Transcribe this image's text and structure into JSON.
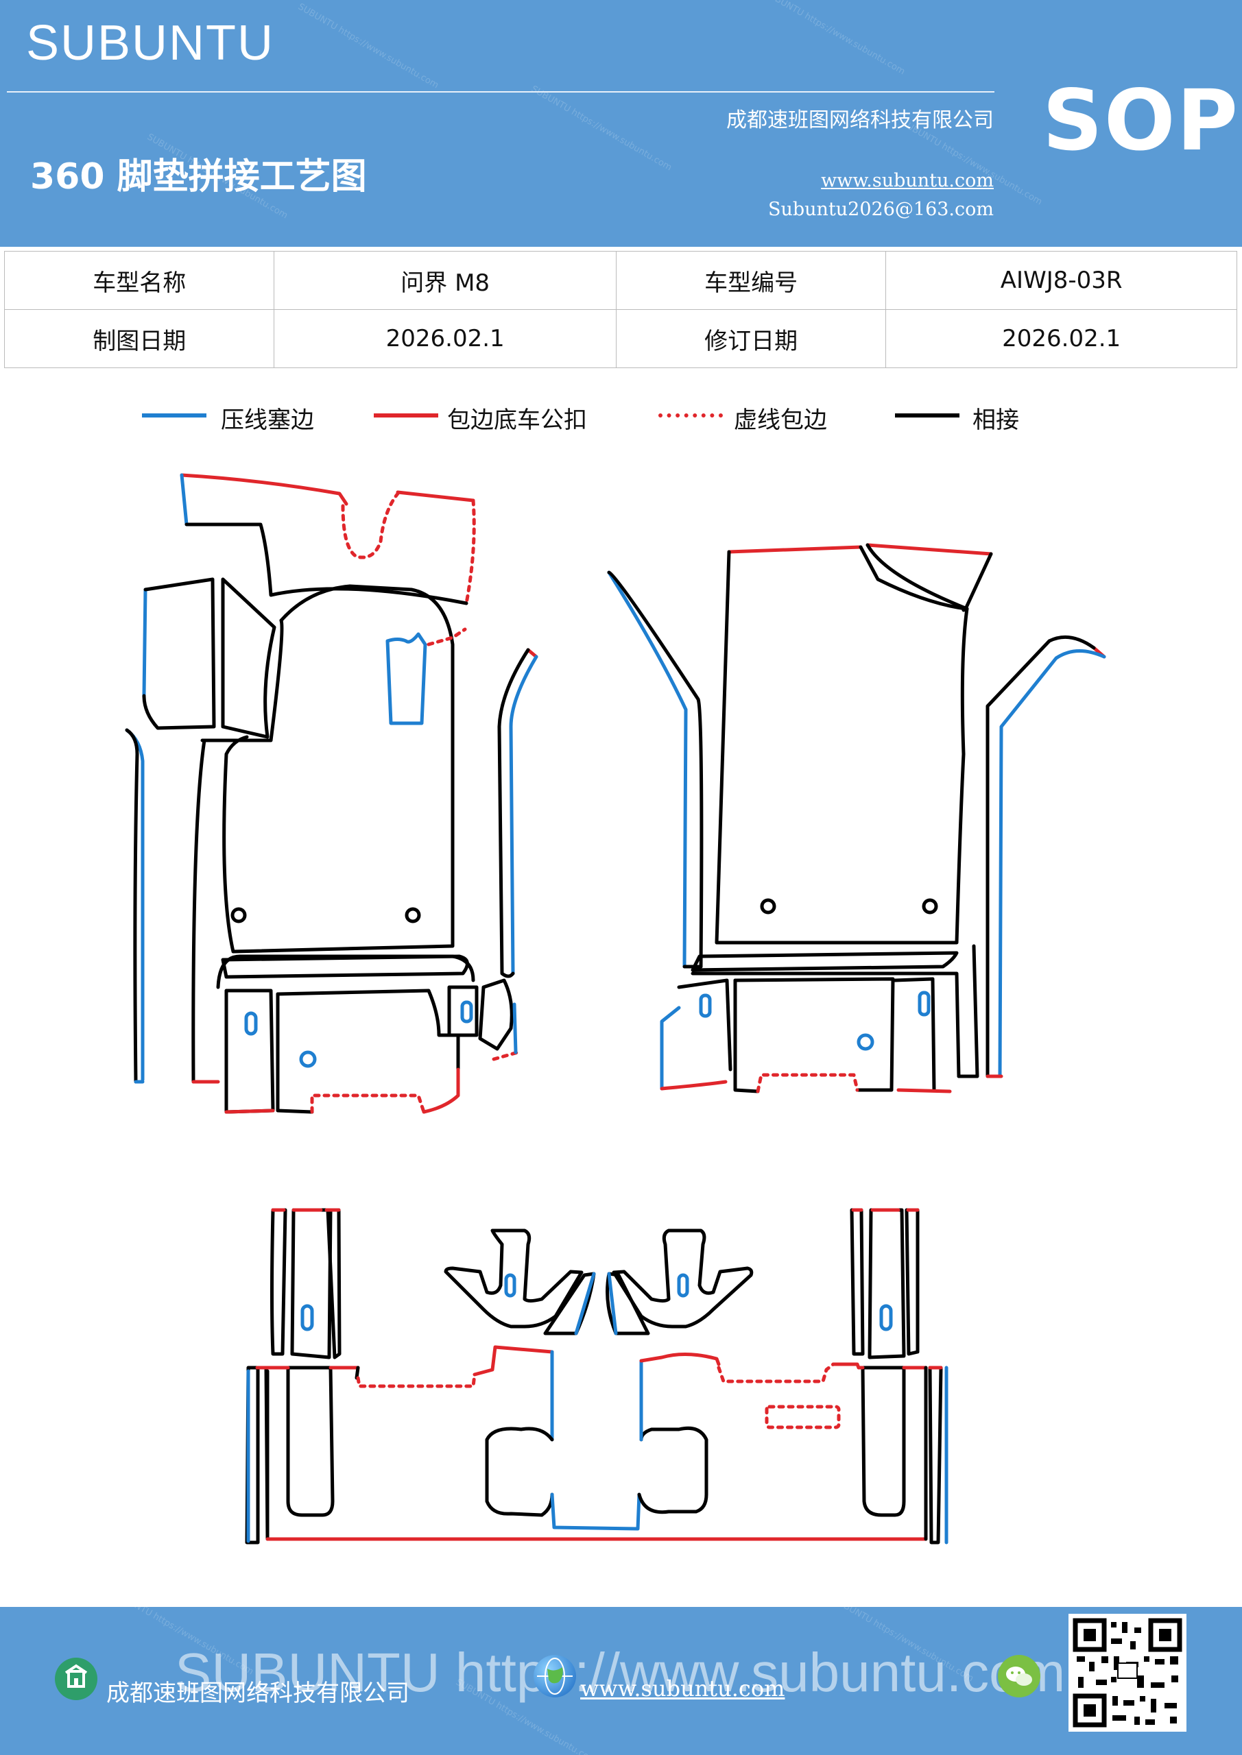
{
  "header": {
    "brand": "SUBUNTU",
    "company": "成都速班图网络科技有限公司",
    "title": "360 脚垫拼接工艺图",
    "website": "www.subuntu.com",
    "email": "Subuntu2026@163.com",
    "badge": "SOP",
    "background_color": "#5b9bd5"
  },
  "info_table": {
    "rows": [
      [
        {
          "label": "车型名称",
          "value": "问界 M8"
        },
        {
          "label": "车型编号",
          "value": "AIWJ8-03R"
        }
      ],
      [
        {
          "label": "制图日期",
          "value": "2026.02.1"
        },
        {
          "label": "修订日期",
          "value": "2026.02.1"
        }
      ]
    ]
  },
  "legend": [
    {
      "label": "压线塞边",
      "color": "#1f7fd0",
      "style": "solid"
    },
    {
      "label": "包边底车公扣",
      "color": "#e0262b",
      "style": "solid"
    },
    {
      "label": "虚线包边",
      "color": "#e0262b",
      "style": "dotted"
    },
    {
      "label": "相接",
      "color": "#000000",
      "style": "solid"
    }
  ],
  "footer": {
    "company": "成都速班图网络科技有限公司",
    "website": "www.subuntu.com",
    "watermark": "SUBUNTU https://www.subuntu.com",
    "icons": [
      "building-icon",
      "globe-icon",
      "wechat-icon",
      "qr-code"
    ]
  }
}
